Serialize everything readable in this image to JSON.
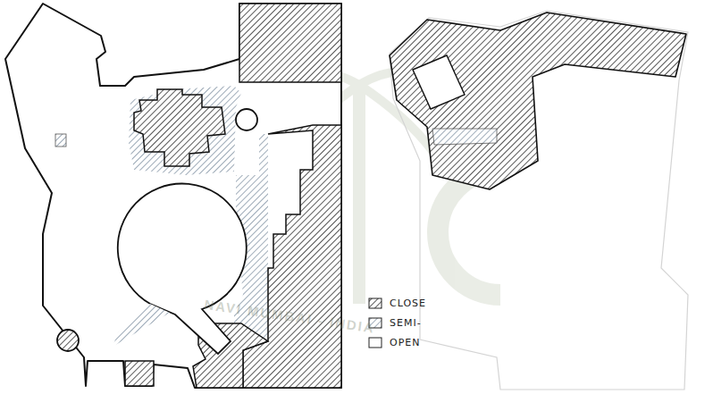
{
  "diagram": {
    "labels": [
      "NAVI MUMBAI - INDIA"
    ],
    "legend": [
      {
        "text": "CLOSE"
      },
      {
        "text": "SEMI-"
      },
      {
        "text": "OPEN"
      }
    ]
  }
}
